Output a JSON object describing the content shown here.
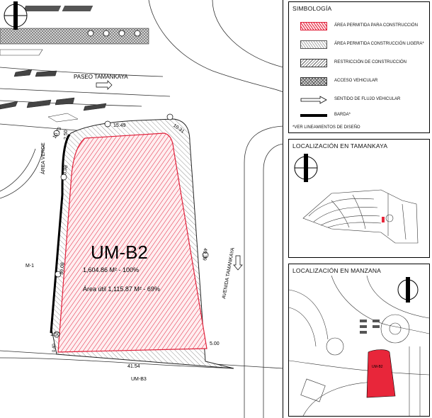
{
  "map": {
    "lot_label": "UM-B2",
    "area_total": "1,604.86 M² - 100%",
    "area_util": "Área útil 1,115.87 M² - 69%",
    "street_paseo": "PASEO TAMANKAYA",
    "street_area_verde": "ÁREA VERDE",
    "street_avenida": "AVENIDA TAMANKAYA",
    "neighbor_left": "M-1",
    "neighbor_bottom": "UM-B3",
    "dimensions": {
      "top": "15.49",
      "top_left_curve": "10.75",
      "top_right_curve": "10.31",
      "left_top": "2.50",
      "left_small": "3.98",
      "left_long": "39.08",
      "left_bottom": "1.50",
      "right_long": "49.39",
      "bottom_right": "5.00",
      "bottom_left_small": "0.40",
      "bottom": "41.54"
    }
  },
  "legend": {
    "title": "SIMBOLOGÍA",
    "items": [
      {
        "label": "ÁREA PERMITIDA PARA CONSTRUCCIÓN",
        "icon": "red-hatch-swatch"
      },
      {
        "label": "ÁREA PERMITIDA CONSTRUCCIÓN LIGERA*",
        "icon": "light-hatch-swatch"
      },
      {
        "label": "RESTRICCIÓN DE CONSTRUCCIÓN",
        "icon": "diagonal-hatch-swatch"
      },
      {
        "label": "ACCESO VEHICULAR",
        "icon": "crosshatch-swatch"
      },
      {
        "label": "SENTIDO DE FLUJO VEHICULAR",
        "icon": "arrow-outline"
      },
      {
        "label": "BARDA*",
        "icon": "thick-line"
      }
    ],
    "note": "*VER LINEAMIENTOS DE DISEÑO"
  },
  "locator_tamankaya": {
    "title": "LOCALIZACIÓN EN TAMANKAYA"
  },
  "locator_manzana": {
    "title": "LOCALIZACIÓN EN MANZANA",
    "lot_label": "UM-B2"
  },
  "colors": {
    "hatch_red": "#e0203a",
    "fill_red": "#ffe3e6",
    "lot_solid": "#e8263a",
    "line": "#222222"
  }
}
